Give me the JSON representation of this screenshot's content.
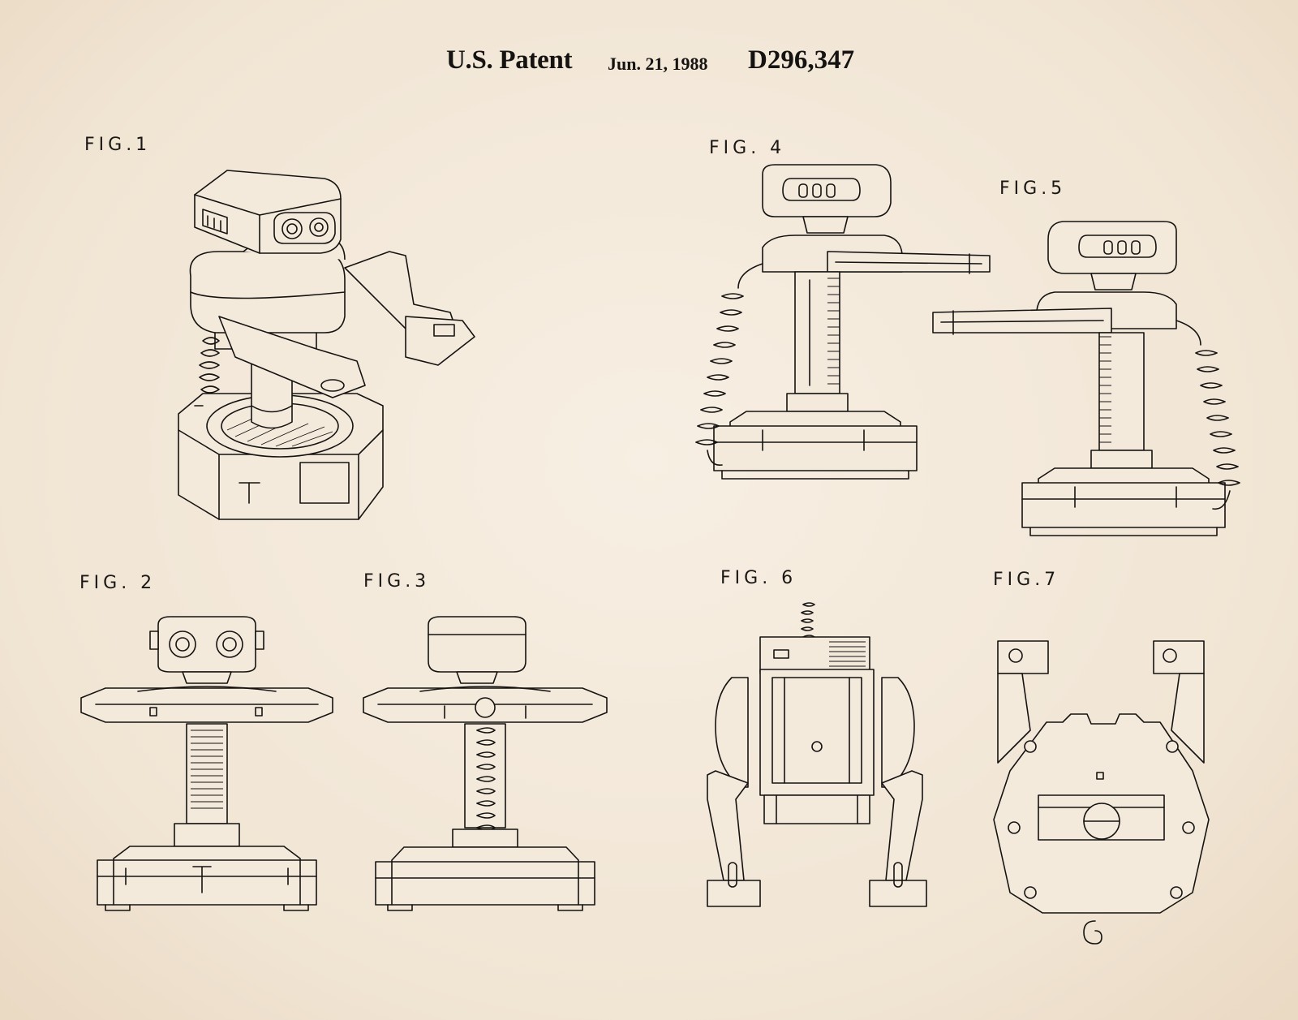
{
  "header": {
    "patent_label": "U.S. Patent",
    "date": "Jun. 21, 1988",
    "number": "D296,347"
  },
  "figures": [
    {
      "id": "fig1",
      "label": "FIG.1"
    },
    {
      "id": "fig2",
      "label": "FIG. 2"
    },
    {
      "id": "fig3",
      "label": "FIG.3"
    },
    {
      "id": "fig4",
      "label": "FIG. 4"
    },
    {
      "id": "fig5",
      "label": "FIG.5"
    },
    {
      "id": "fig6",
      "label": "FIG. 6"
    },
    {
      "id": "fig7",
      "label": "FIG.7"
    }
  ],
  "colors": {
    "paper": "#f4eadc",
    "ink": "#151311"
  }
}
